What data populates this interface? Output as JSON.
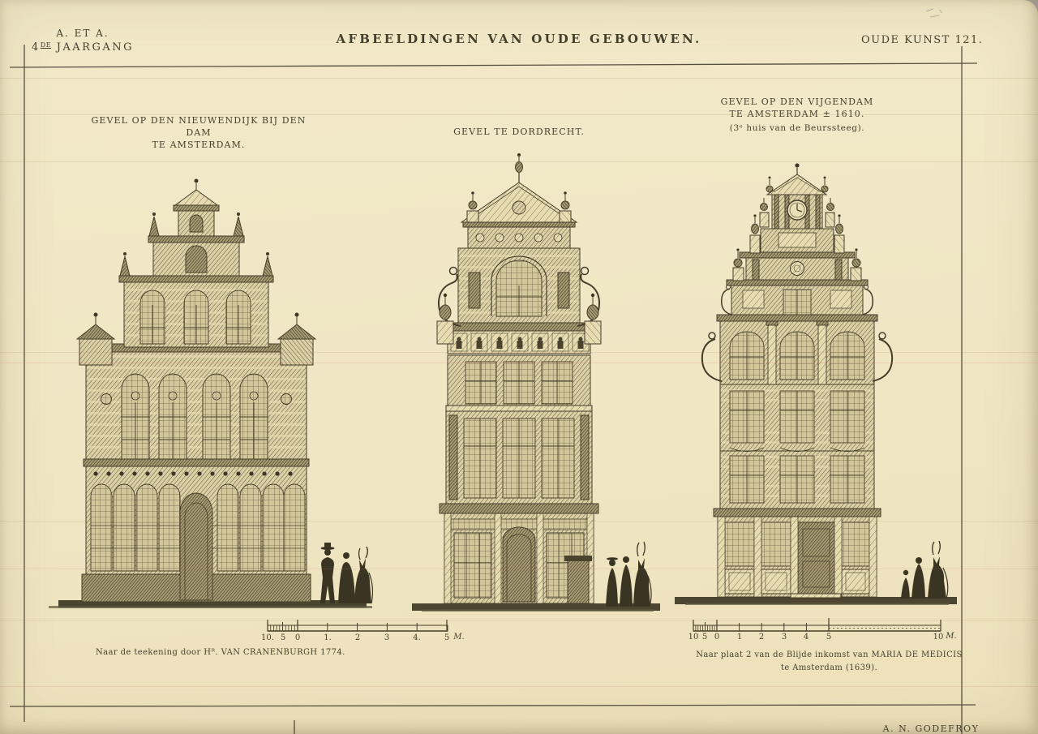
{
  "masthead": {
    "series": "A. ET A.",
    "volume_number": "4",
    "volume_ordinal": "DE",
    "volume_word": "JAARGANG",
    "title": "AFBEELDINGEN VAN OUDE GEBOUWEN.",
    "plate": "OUDE KUNST 121."
  },
  "plates": [
    {
      "caption": [
        "GEVEL OP DEN NIEUWENDIJK BIJ DEN DAM",
        "TE AMSTERDAM."
      ],
      "credit": [
        "Naar de teekening door Hᴿ. VAN CRANENBURGH 1774."
      ]
    },
    {
      "caption": [
        "GEVEL TE DORDRECHT."
      ],
      "credit": []
    },
    {
      "caption": [
        "GEVEL OP DEN VIJGENDAM",
        "TE AMSTERDAM ± 1610.",
        "(3ᵉ huis van de Beurssteeg)."
      ],
      "credit": [
        "Naar plaat 2 van de Blijde inkomst van MARIA DE MEDICIS",
        "te Amsterdam (1639)."
      ]
    }
  ],
  "scales": {
    "left": [
      "10.",
      "5",
      "0",
      "1.",
      "2",
      "3",
      "4.",
      "5",
      "M."
    ],
    "right": [
      "10",
      "5",
      "0",
      "1",
      "2",
      "3",
      "4",
      "5",
      "10",
      "M."
    ]
  },
  "signature": "A. N. GODEFROY",
  "colors": {
    "paper": "#f0e6c4",
    "ink": "#46402b"
  }
}
